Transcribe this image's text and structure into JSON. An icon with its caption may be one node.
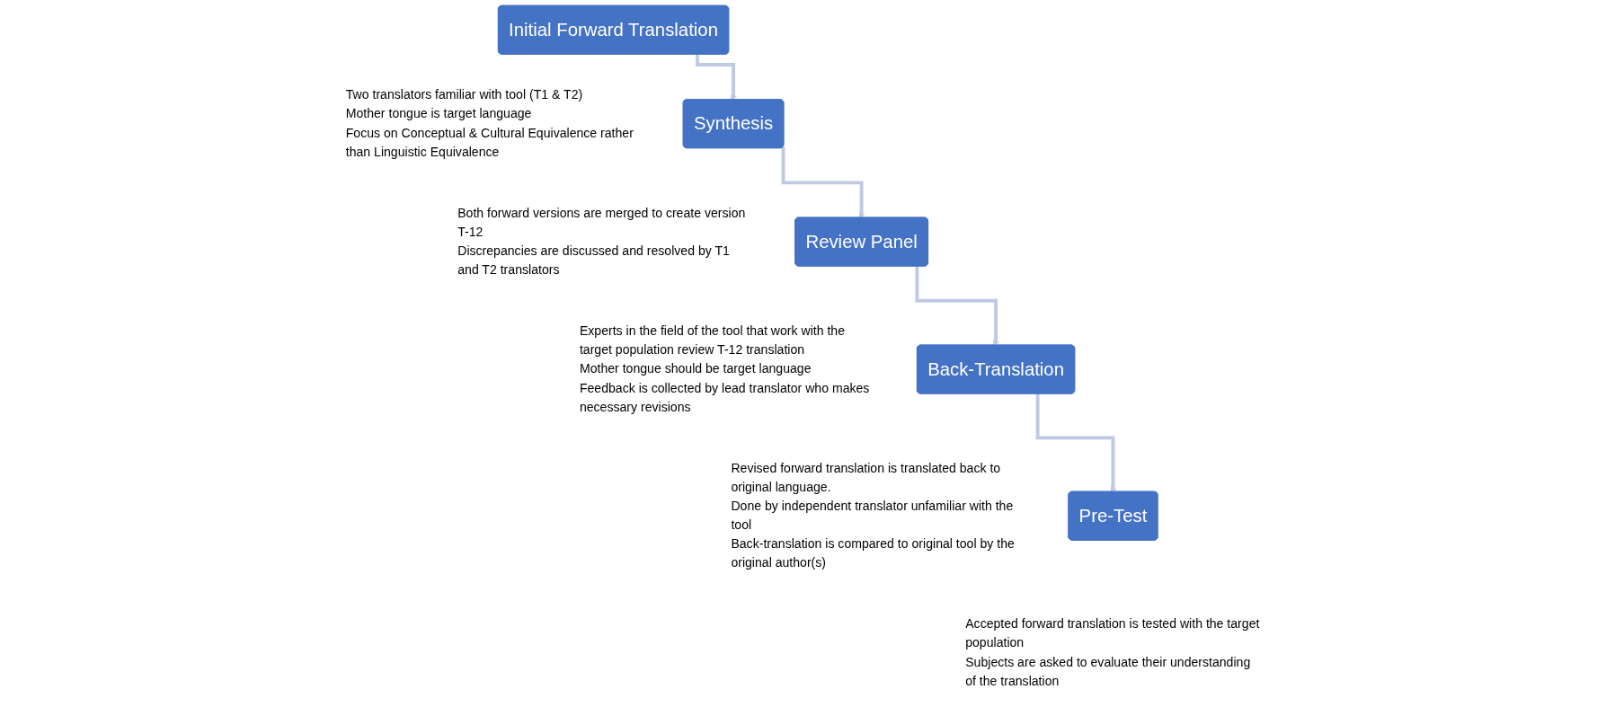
{
  "diagram": {
    "nodes": [
      {
        "text": [
          "Initial Forward Translation"
        ],
        "beside": [
          "Two translators familiar with tool (T1 & T2)",
          "Mother tongue is target language",
          "Focus on Conceptual & Cultural Equivalence rather than Linguistic Equivalence"
        ]
      },
      {
        "text": [
          "Synthesis"
        ],
        "beside": [
          "Both forward versions are merged to create version T-12",
          "Discrepancies are discussed and resolved by T1 and T2 translators"
        ]
      },
      {
        "text": [
          "Review Panel"
        ],
        "beside": [
          "Experts in the field of the tool that work with the target population review T-12 translation",
          "Mother tongue should be target language",
          "Feedback is collected by lead translator who makes necessary revisions"
        ]
      },
      {
        "text": [
          "Back-Translation"
        ],
        "beside": [
          "Revised forward translation is translated back to original language.",
          "Done by independent translator unfamiliar with the tool",
          "Back-translation is compared to original tool by the original author(s)"
        ]
      },
      {
        "text": [
          "Pre-Test"
        ],
        "beside": [
          "Accepted forward translation is tested with the target population",
          "Subjects are asked to evaluate their understanding of the translation"
        ]
      }
    ],
    "edges": [
      {
        "from": 0,
        "to": 1,
        "arrow": "to"
      },
      {
        "from": 1,
        "to": 2,
        "arrow": "to"
      },
      {
        "from": 2,
        "to": 3,
        "arrow": "to"
      },
      {
        "from": 3,
        "to": 4,
        "arrow": "to"
      }
    ]
  }
}
